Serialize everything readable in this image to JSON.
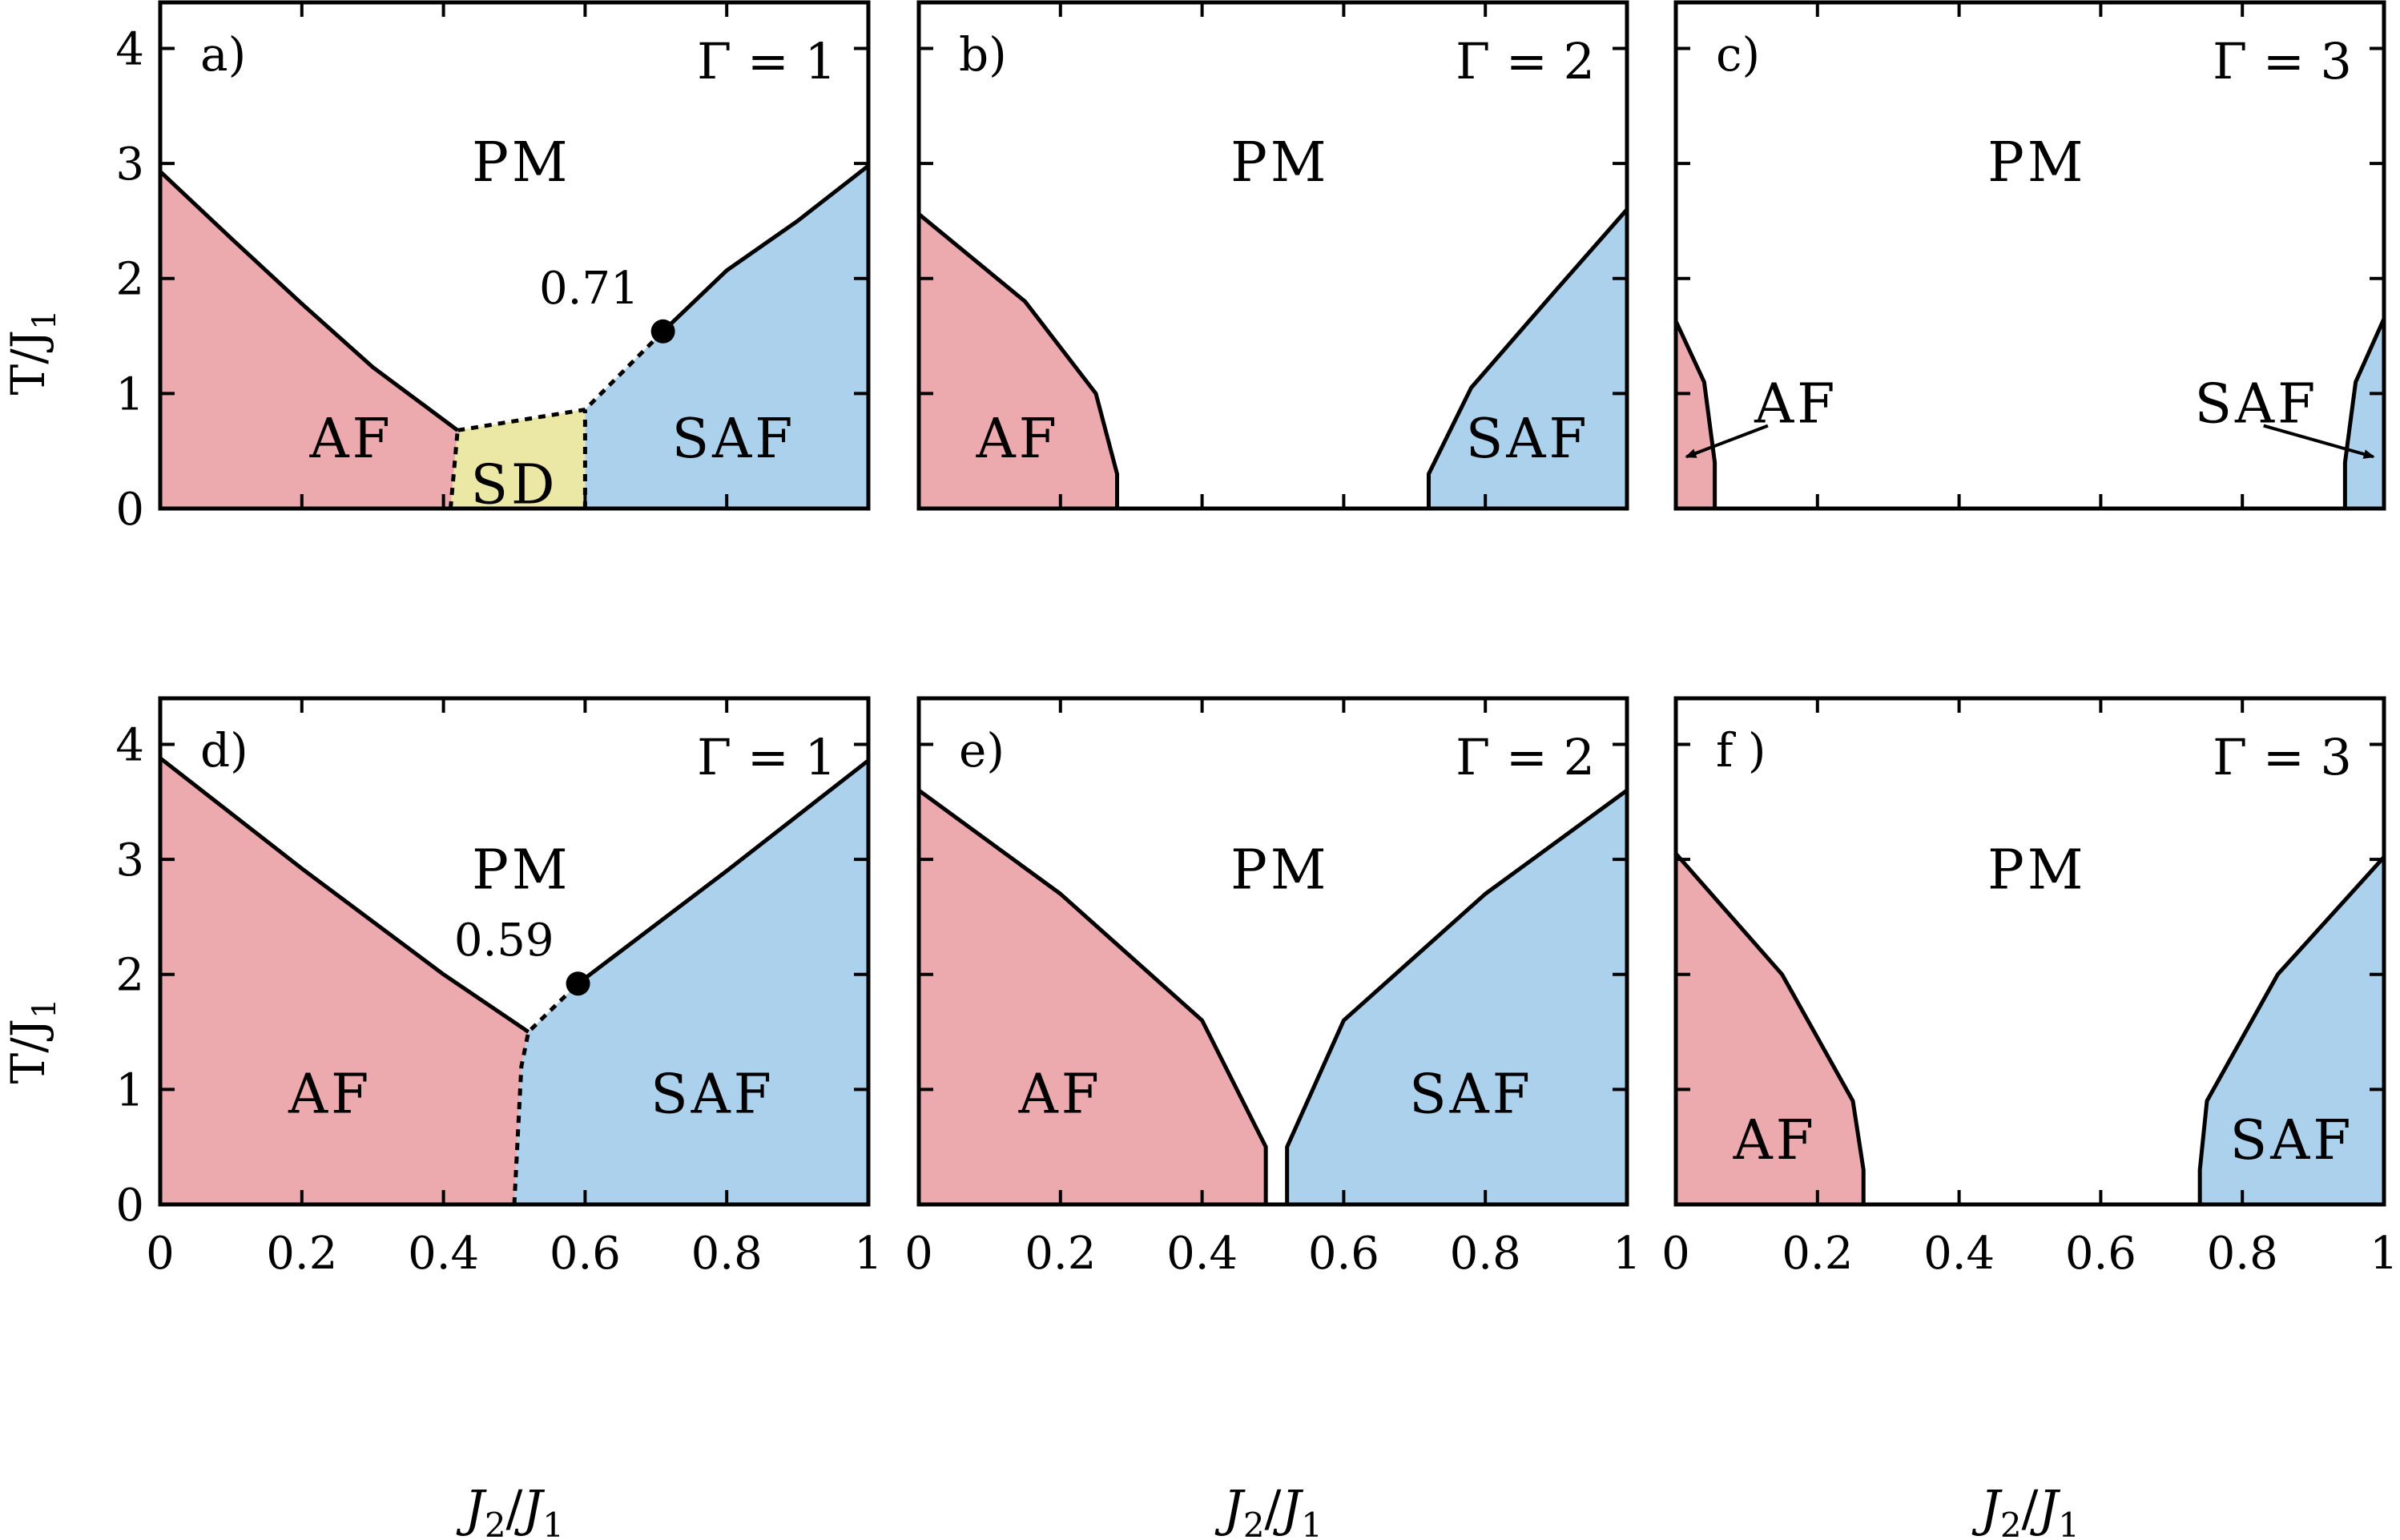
{
  "colors": {
    "AF": "#ecaaae",
    "SAF": "#acd1ec",
    "SD": "#ebe7a4",
    "line": "#000000",
    "background": "#ffffff"
  },
  "axes": {
    "x_label_main": "J",
    "x_label_sub_num": "2",
    "x_label_slash": "/",
    "x_label_sub_den": "1",
    "y_label_main": "T/J",
    "y_label_sub": "1",
    "x_tick_labels": [
      "0",
      "0.2",
      "0.4",
      "0.6",
      "0.8",
      "1"
    ],
    "y_tick_labels": [
      "0",
      "1",
      "2",
      "3",
      "4"
    ]
  },
  "chart_data": [
    {
      "type": "area",
      "panel": "a)",
      "gamma": "Γ = 1",
      "xlim": [
        0,
        1
      ],
      "ylim": [
        0,
        4.4
      ],
      "phases": [
        {
          "name": "AF",
          "boundary": [
            [
              0,
              2.93
            ],
            [
              0.1,
              2.35
            ],
            [
              0.2,
              1.78
            ],
            [
              0.3,
              1.23
            ],
            [
              0.42,
              0.68
            ]
          ],
          "label": "AF"
        },
        {
          "name": "SD",
          "boundary": [
            [
              0.41,
              0.0
            ],
            [
              0.42,
              0.68
            ],
            [
              0.6,
              0.86
            ],
            [
              0.6,
              0.0
            ]
          ],
          "label": "SD"
        },
        {
          "name": "SAF",
          "boundary": [
            [
              0.6,
              0.86
            ],
            [
              0.71,
              1.54
            ],
            [
              0.8,
              2.07
            ],
            [
              0.9,
              2.5
            ],
            [
              1.0,
              2.98
            ]
          ],
          "label": "SAF"
        }
      ],
      "phase_labels": [
        "PM",
        "AF",
        "SAF",
        "SD"
      ],
      "annotation": {
        "text": "0.71",
        "point": [
          0.71,
          1.54
        ]
      }
    },
    {
      "type": "area",
      "panel": "b)",
      "gamma": "Γ = 2",
      "xlim": [
        0,
        1
      ],
      "ylim": [
        0,
        4.4
      ],
      "phases": [
        {
          "name": "AF",
          "boundary": [
            [
              0,
              2.56
            ],
            [
              0.15,
              1.8
            ],
            [
              0.25,
              1.0
            ],
            [
              0.28,
              0.3
            ],
            [
              0.28,
              0.0
            ]
          ],
          "label": "AF"
        },
        {
          "name": "SAF",
          "boundary": [
            [
              0.72,
              0.0
            ],
            [
              0.72,
              0.3
            ],
            [
              0.78,
              1.05
            ],
            [
              0.9,
              1.9
            ],
            [
              1.0,
              2.6
            ]
          ],
          "label": "SAF"
        }
      ],
      "phase_labels": [
        "PM",
        "AF",
        "SAF"
      ]
    },
    {
      "type": "area",
      "panel": "c)",
      "gamma": "Γ = 3",
      "xlim": [
        0,
        1
      ],
      "ylim": [
        0,
        4.4
      ],
      "phases": [
        {
          "name": "AF",
          "boundary": [
            [
              0,
              1.63
            ],
            [
              0.04,
              1.1
            ],
            [
              0.055,
              0.4
            ],
            [
              0.055,
              0.0
            ]
          ],
          "label": "AF"
        },
        {
          "name": "SAF",
          "boundary": [
            [
              0.945,
              0.0
            ],
            [
              0.945,
              0.4
            ],
            [
              0.96,
              1.1
            ],
            [
              1.0,
              1.65
            ]
          ],
          "label": "SAF"
        }
      ],
      "phase_labels": [
        "PM",
        "AF",
        "SAF"
      ]
    },
    {
      "type": "area",
      "panel": "d)",
      "gamma": "Γ = 1",
      "xlim": [
        0,
        1
      ],
      "ylim": [
        0,
        4.4
      ],
      "phases": [
        {
          "name": "AF",
          "boundary": [
            [
              0,
              3.88
            ],
            [
              0.2,
              2.92
            ],
            [
              0.4,
              2.0
            ],
            [
              0.52,
              1.5
            ]
          ],
          "label": "AF"
        },
        {
          "name": "SAF",
          "boundary": [
            [
              0.5,
              0.0
            ],
            [
              0.51,
              1.2
            ],
            [
              0.52,
              1.5
            ],
            [
              0.59,
              1.92
            ],
            [
              0.8,
              2.9
            ],
            [
              1.0,
              3.86
            ]
          ],
          "label": "SAF"
        }
      ],
      "phase_labels": [
        "PM",
        "AF",
        "SAF"
      ],
      "annotation": {
        "text": "0.59",
        "point": [
          0.59,
          1.92
        ]
      }
    },
    {
      "type": "area",
      "panel": "e)",
      "gamma": "Γ = 2",
      "xlim": [
        0,
        1
      ],
      "ylim": [
        0,
        4.4
      ],
      "phases": [
        {
          "name": "AF",
          "boundary": [
            [
              0,
              3.6
            ],
            [
              0.2,
              2.7
            ],
            [
              0.4,
              1.6
            ],
            [
              0.49,
              0.5
            ],
            [
              0.49,
              0.0
            ]
          ],
          "label": "AF"
        },
        {
          "name": "SAF",
          "boundary": [
            [
              0.52,
              0.0
            ],
            [
              0.52,
              0.5
            ],
            [
              0.6,
              1.6
            ],
            [
              0.8,
              2.7
            ],
            [
              1.0,
              3.6
            ]
          ],
          "label": "SAF"
        }
      ],
      "phase_labels": [
        "PM",
        "AF",
        "SAF"
      ]
    },
    {
      "type": "area",
      "panel": "f )",
      "gamma": "Γ = 3",
      "xlim": [
        0,
        1
      ],
      "ylim": [
        0,
        4.4
      ],
      "phases": [
        {
          "name": "AF",
          "boundary": [
            [
              0,
              3.05
            ],
            [
              0.15,
              2.0
            ],
            [
              0.25,
              0.9
            ],
            [
              0.265,
              0.3
            ],
            [
              0.265,
              0.0
            ]
          ],
          "label": "AF"
        },
        {
          "name": "SAF",
          "boundary": [
            [
              0.74,
              0.0
            ],
            [
              0.74,
              0.3
            ],
            [
              0.75,
              0.9
            ],
            [
              0.85,
              2.0
            ],
            [
              1.0,
              3.02
            ]
          ],
          "label": "SAF"
        }
      ],
      "phase_labels": [
        "PM",
        "AF",
        "SAF"
      ]
    }
  ]
}
